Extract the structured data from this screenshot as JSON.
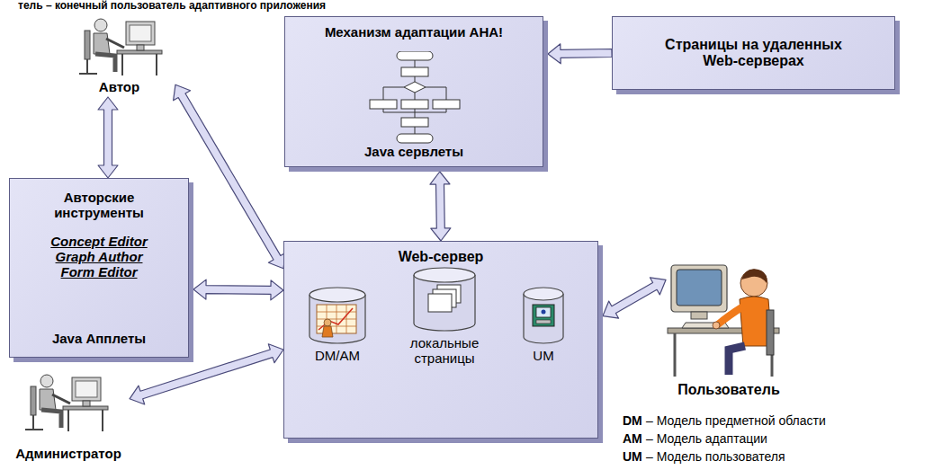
{
  "diagram": {
    "nodes": [
      {
        "text": [
          "Автор"
        ]
      },
      {
        "text": [
          "Механизм адаптации AHA!",
          "Java сервлеты"
        ]
      },
      {
        "text": [
          "Страницы на удаленных Web-серверах"
        ]
      },
      {
        "text": [
          "Авторские инструменты",
          "Concept Editor",
          "Graph Author",
          "Form Editor",
          "Java Апплеты"
        ]
      },
      {
        "text": [
          "Web-сервер"
        ]
      },
      {
        "text": [
          "DM/AM"
        ],
        "in": 4
      },
      {
        "text": [
          "локальные страницы"
        ],
        "in": 4
      },
      {
        "text": [
          "UM"
        ],
        "in": 4
      },
      {
        "text": [
          "Пользователь"
        ]
      },
      {
        "text": [
          "Администратор"
        ]
      }
    ],
    "edges": [
      {
        "from": 0,
        "to": 3,
        "arrow": "both"
      },
      {
        "from": 0,
        "to": 4,
        "arrow": "both"
      },
      {
        "from": 2,
        "to": 1,
        "arrow": "to"
      },
      {
        "from": 1,
        "to": 4,
        "arrow": "both"
      },
      {
        "from": 3,
        "to": 4,
        "arrow": "both"
      },
      {
        "from": 9,
        "to": 4,
        "arrow": "both"
      },
      {
        "from": 8,
        "to": 4,
        "arrow": "both"
      },
      {
        "from": 5,
        "to": 6,
        "arrow": "none"
      }
    ],
    "labels": [
      "тель – конечный пользователь адаптивного приложения",
      "DM",
      "– Модель предметной области",
      "AM",
      "– Модель адаптации",
      "UM",
      "– Модель пользователя"
    ]
  }
}
